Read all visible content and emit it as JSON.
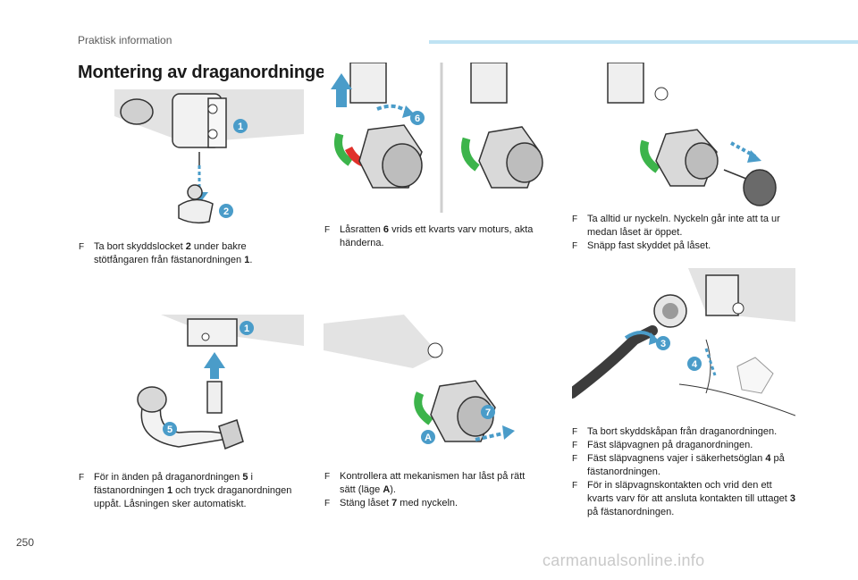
{
  "header": {
    "section": "Praktisk information"
  },
  "title": "Montering av draganordningen",
  "figures": {
    "f1": {
      "callouts": [
        "1",
        "2"
      ]
    },
    "f2": {
      "callouts": [
        "6"
      ]
    },
    "f4": {
      "callouts": [
        "1",
        "5"
      ]
    },
    "f5": {
      "callouts": [
        "7",
        "A"
      ]
    },
    "f6": {
      "callouts": [
        "3",
        "4"
      ]
    }
  },
  "steps": {
    "s1": {
      "pre": "Ta bort skyddslocket ",
      "num": "2",
      "mid": " under bakre stötfångaren från fästanordningen ",
      "num2": "1",
      "post": "."
    },
    "s2": {
      "pre": "Låsratten ",
      "num": "6",
      "post": " vrids ett kvarts varv moturs, akta händerna."
    },
    "s3": {
      "a": "Ta alltid ur nyckeln. Nyckeln går inte att ta ur medan låset är öppet.",
      "b": "Snäpp fast skyddet på låset."
    },
    "s4": {
      "pre": "För in änden på draganordningen ",
      "num": "5",
      "mid": " i fästanordningen ",
      "num2": "1",
      "post": " och tryck draganordningen uppåt. Låsningen sker automatiskt."
    },
    "s5": {
      "a_pre": "Kontrollera att mekanismen har låst på rätt sätt (läge ",
      "a_num": "A",
      "a_post": ").",
      "b_pre": "Stäng låset ",
      "b_num": "7",
      "b_post": " med nyckeln."
    },
    "s6": {
      "a": "Ta bort skyddskåpan från draganordningen.",
      "b": "Fäst släpvagnen på draganordningen.",
      "c_pre": "Fäst släpvagnens vajer i säkerhetsöglan ",
      "c_num": "4",
      "c_post": " på fästanordningen.",
      "d_pre": "För in släpvagnskontakten och vrid den ett kvarts varv för att ansluta kontakten till uttaget ",
      "d_num": "3",
      "d_post": " på fästanordningen."
    }
  },
  "bullet_marker": "F",
  "page_number": "250",
  "watermark": "carmanualsonline.info",
  "colors": {
    "callout": "#4a9cc9",
    "arrow": "#4a9cc9",
    "green": "#3cb44b",
    "red": "#e0312b",
    "grey": "#d6d6d6"
  }
}
